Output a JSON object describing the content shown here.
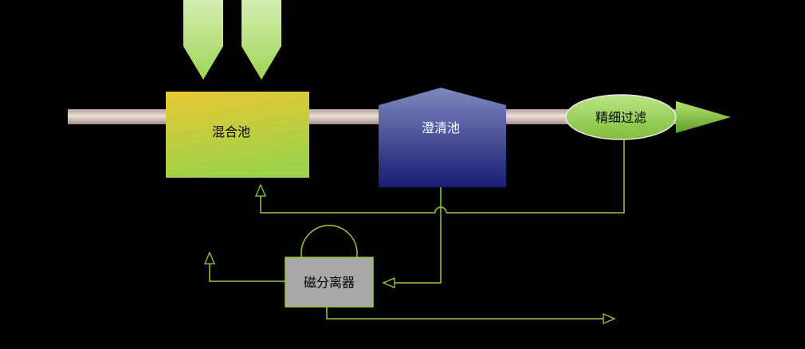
{
  "diagram": {
    "background": "#000000",
    "connector_color": "#97cb40",
    "pipe": {
      "name": "main-flow-pipe",
      "color": "#d7c3bd",
      "arrowhead_color": "#8cc63e"
    },
    "feed_arrows": {
      "count": 2,
      "color": "#c3e695"
    },
    "nodes": {
      "mixing_pool": {
        "label": "混合池",
        "shape": "rectangle",
        "fill_top": "#e9c733",
        "fill_bottom": "#9fd24a",
        "text_color": "#000000"
      },
      "clarifier": {
        "label": "澄清池",
        "shape": "pentagon",
        "fill_top": "#7d88bd",
        "fill_bottom": "#191d73",
        "text_color": "#ffffff"
      },
      "fine_filter": {
        "label": "精细过滤",
        "shape": "ellipse",
        "fill_top": "#b9e183",
        "fill_bottom": "#84c23d",
        "outline": "#e8e8e8",
        "text_color": "#000000"
      },
      "magnetic_separator": {
        "label": "磁分离器",
        "shape": "rectangle-with-circle",
        "fill": "#a8a8a8",
        "outline": "#97cb40",
        "text_color": "#000000"
      }
    }
  }
}
